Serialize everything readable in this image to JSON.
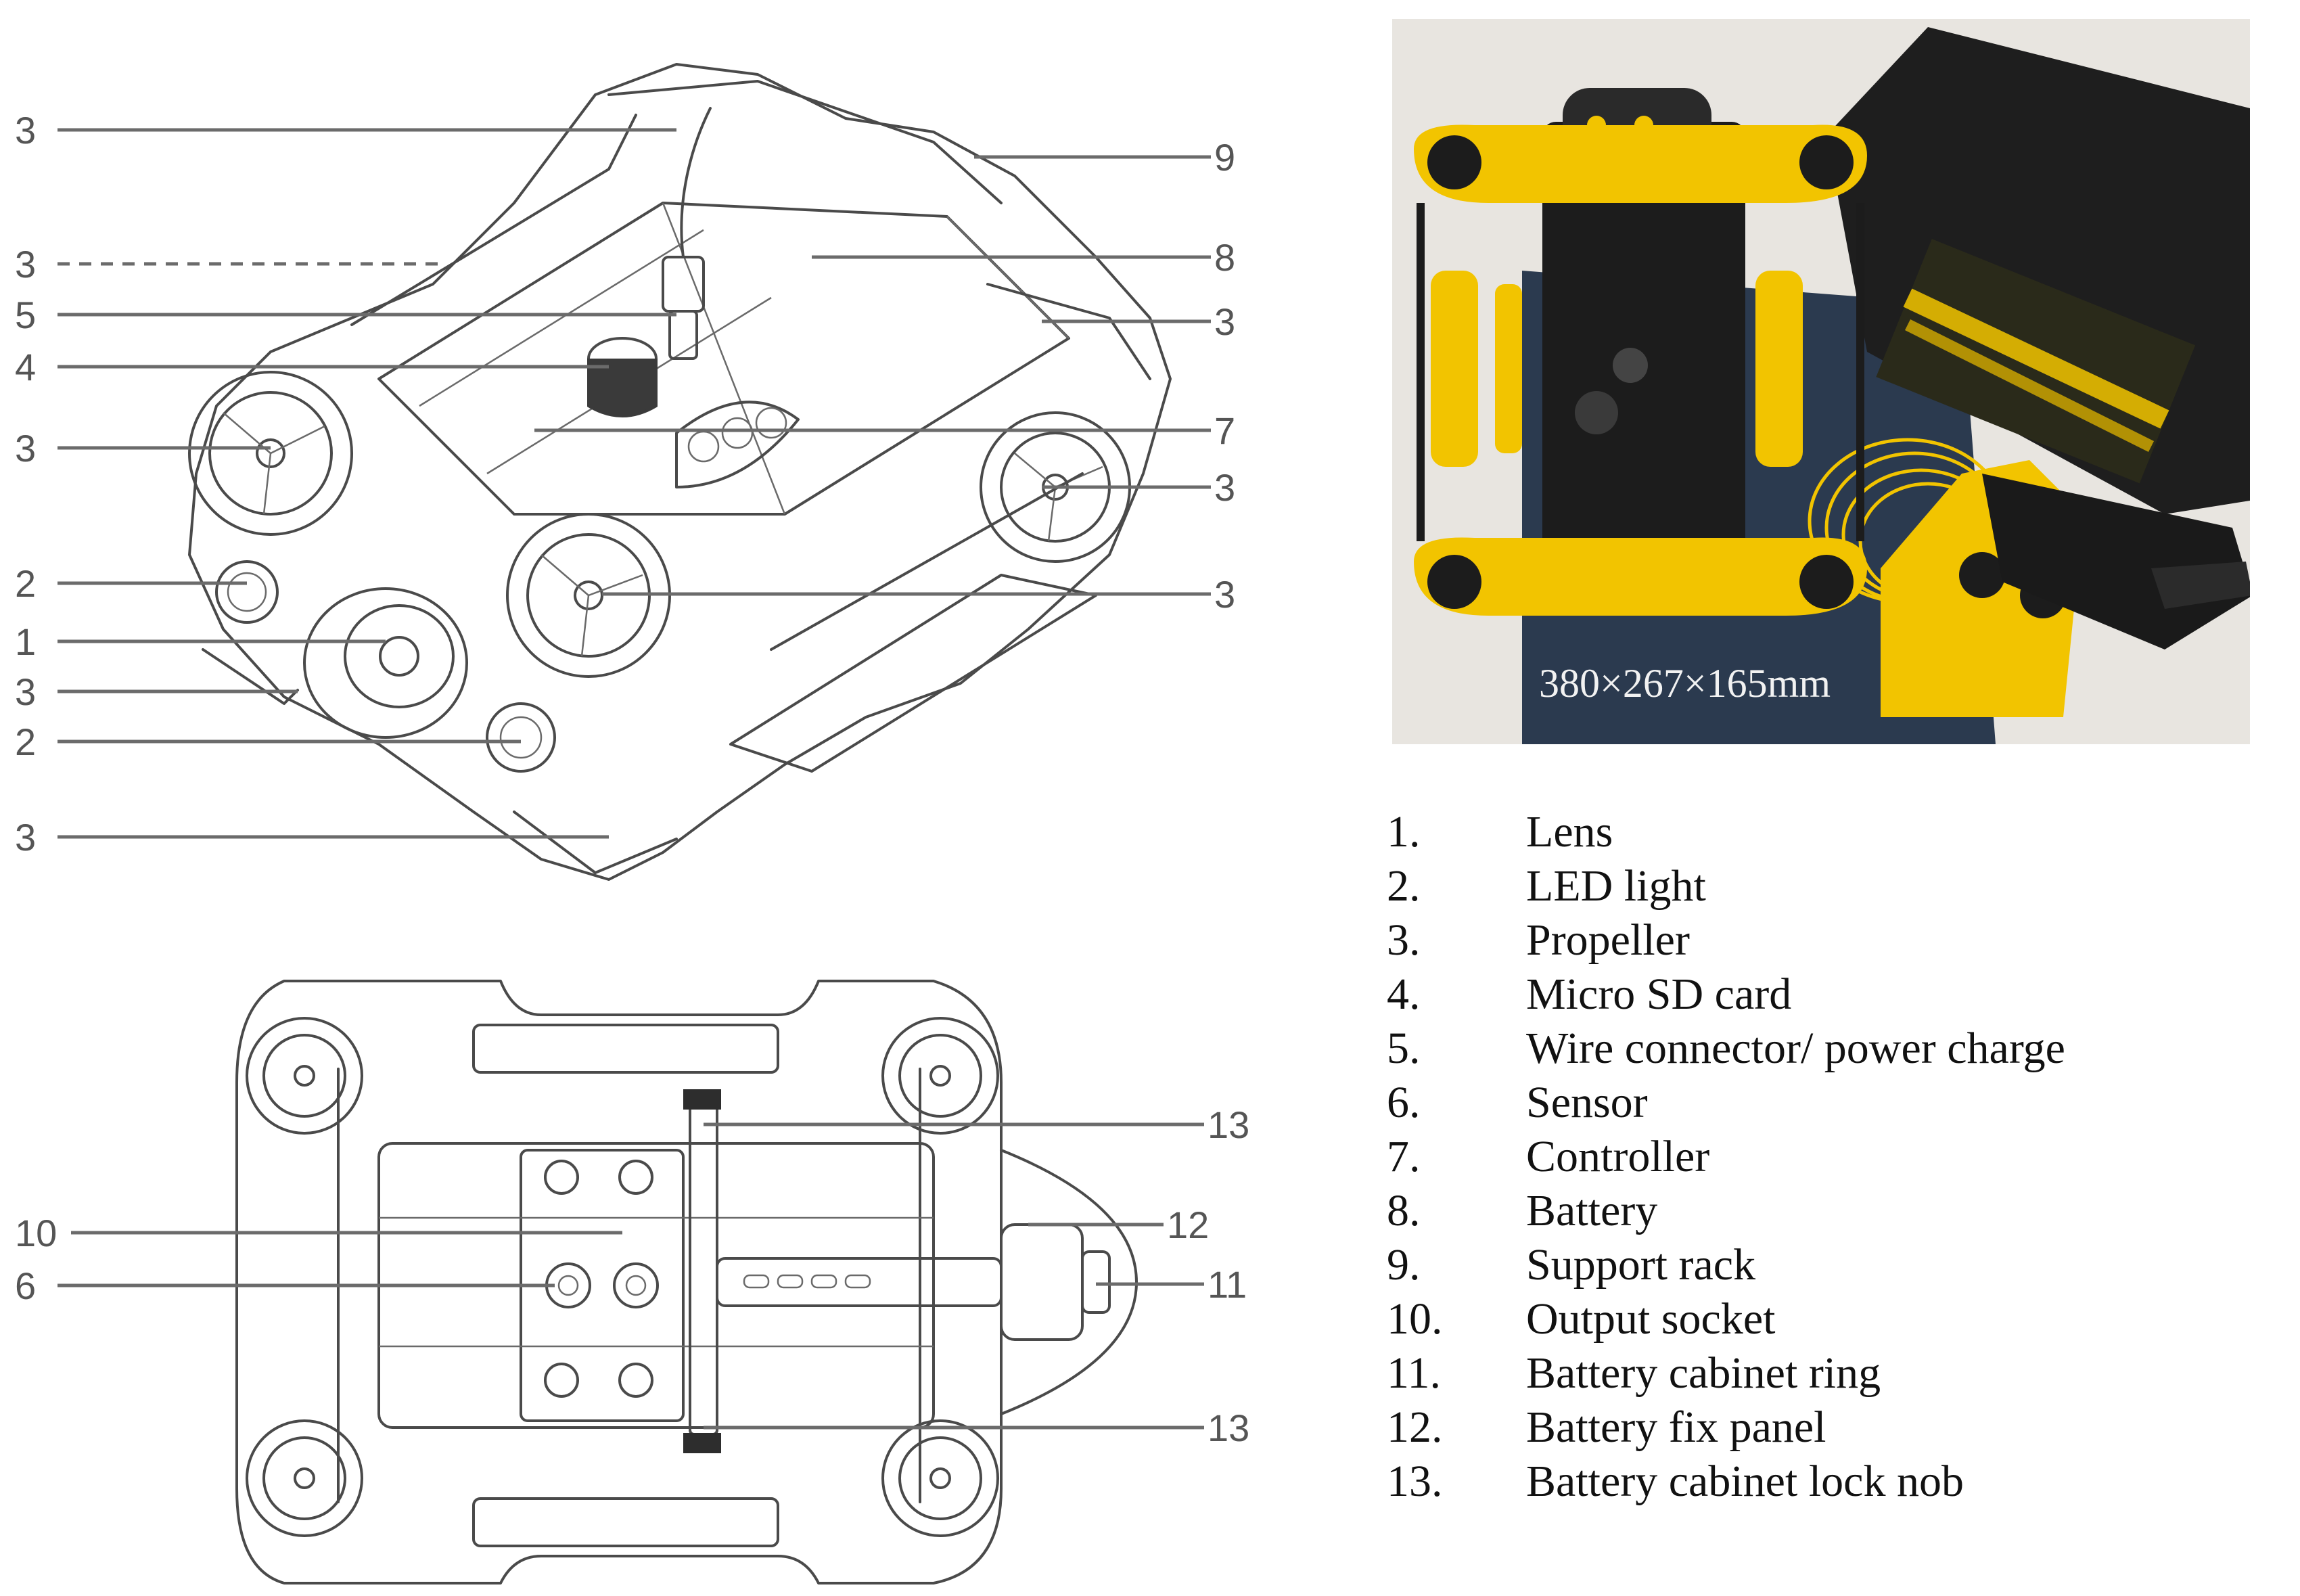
{
  "diagram_callouts": {
    "iso": [
      {
        "n": "3"
      },
      {
        "n": "3"
      },
      {
        "n": "5"
      },
      {
        "n": "4"
      },
      {
        "n": "3"
      },
      {
        "n": "2"
      },
      {
        "n": "1"
      },
      {
        "n": "3"
      },
      {
        "n": "2"
      },
      {
        "n": "3"
      },
      {
        "n": "9"
      },
      {
        "n": "8"
      },
      {
        "n": "3"
      },
      {
        "n": "7"
      },
      {
        "n": "3"
      },
      {
        "n": "3"
      }
    ],
    "top": [
      {
        "n": "10"
      },
      {
        "n": "6"
      },
      {
        "n": "13"
      },
      {
        "n": "12"
      },
      {
        "n": "11"
      },
      {
        "n": "13"
      }
    ]
  },
  "photo": {
    "dimensions_label": "380×267×165mm",
    "colors": {
      "drone_yellow": "#f2c400",
      "body_black": "#1c1c1c",
      "mat_navy": "#2b3a4f",
      "floor": "#e8e5e0"
    }
  },
  "legend": [
    {
      "num": "1.",
      "text": "Lens"
    },
    {
      "num": "2.",
      "text": "LED light"
    },
    {
      "num": "3.",
      "text": "Propeller"
    },
    {
      "num": "4.",
      "text": "Micro SD card"
    },
    {
      "num": "5.",
      "text": "Wire connector/ power charge"
    },
    {
      "num": "6.",
      "text": "Sensor"
    },
    {
      "num": "7.",
      "text": "Controller"
    },
    {
      "num": "8.",
      "text": "Battery"
    },
    {
      "num": "9.",
      "text": "Support rack"
    },
    {
      "num": "10.",
      "text": "Output socket"
    },
    {
      "num": "11.",
      "text": "Battery cabinet ring"
    },
    {
      "num": "12.",
      "text": "Battery fix panel"
    },
    {
      "num": "13.",
      "text": "Battery cabinet lock nob"
    }
  ]
}
